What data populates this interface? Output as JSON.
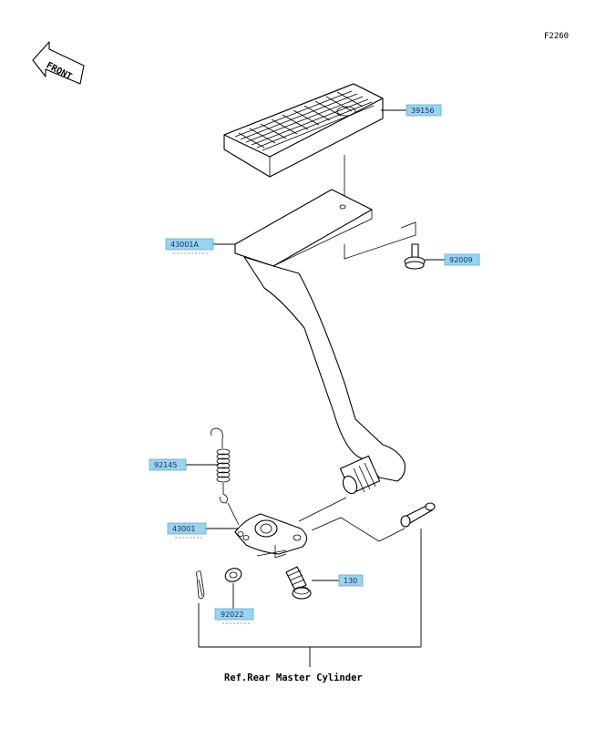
{
  "figure_code": "F2260",
  "front_label": "FRONT",
  "labels": [
    {
      "id": "pad",
      "text": "39156"
    },
    {
      "id": "pedal",
      "text": "43001A"
    },
    {
      "id": "bolt-top",
      "text": "92009"
    },
    {
      "id": "spring",
      "text": "92145"
    },
    {
      "id": "bracket",
      "text": "43001"
    },
    {
      "id": "bolt-bottom",
      "text": "130"
    },
    {
      "id": "washer",
      "text": "92022"
    }
  ],
  "reference_note": "Ref.Rear Master Cylinder"
}
